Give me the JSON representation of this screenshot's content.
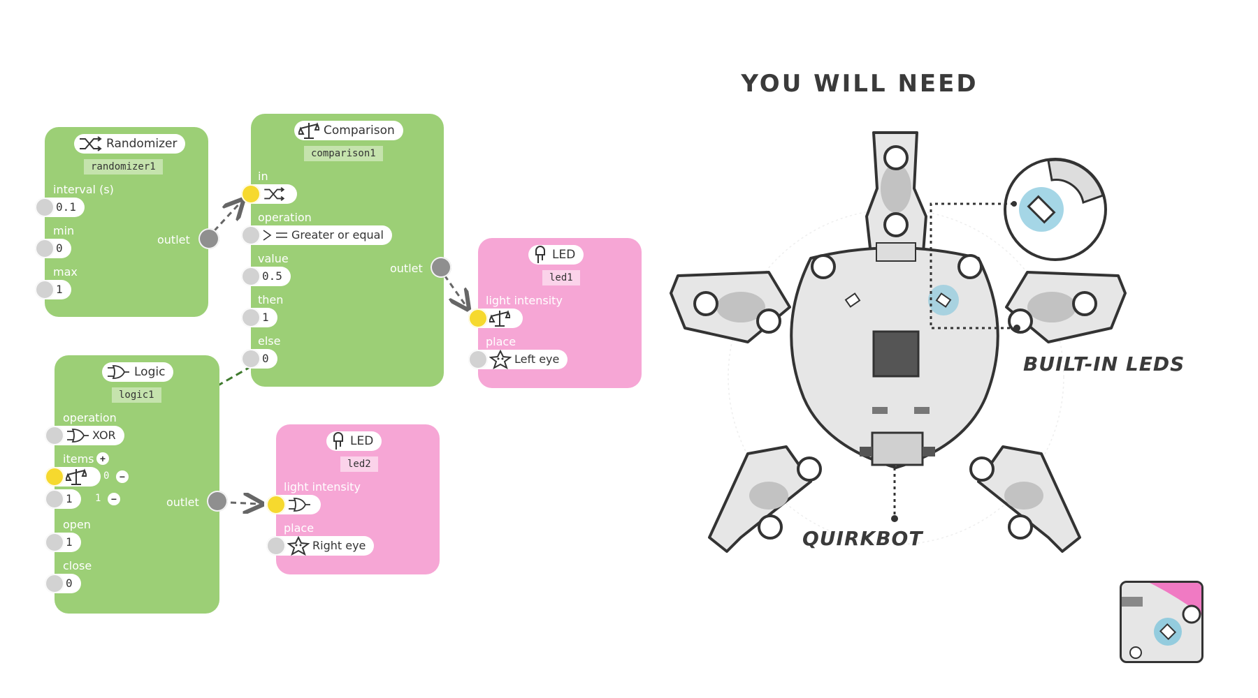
{
  "randomizer": {
    "title": "Randomizer",
    "id": "randomizer1",
    "fields": {
      "interval_label": "interval (s)",
      "interval_value": "0.1",
      "min_label": "min",
      "min_value": "0",
      "max_label": "max",
      "max_value": "1"
    },
    "outlet_label": "outlet"
  },
  "comparison": {
    "title": "Comparison",
    "id": "comparison1",
    "in_label": "in",
    "operation_label": "operation",
    "operation_value": "Greater or equal",
    "value_label": "value",
    "value_value": "0.5",
    "then_label": "then",
    "then_value": "1",
    "else_label": "else",
    "else_value": "0",
    "outlet_label": "outlet"
  },
  "logic": {
    "title": "Logic",
    "id": "logic1",
    "operation_label": "operation",
    "operation_value": "XOR",
    "items_label": "items",
    "item0_index": "0",
    "item1_index": "1",
    "item1_value": "1",
    "open_label": "open",
    "open_value": "1",
    "close_label": "close",
    "close_value": "0",
    "outlet_label": "outlet",
    "add_symbol": "+",
    "remove_symbol": "−"
  },
  "led1": {
    "title": "LED",
    "id": "led1",
    "intensity_label": "light intensity",
    "place_label": "place",
    "place_value": "Left eye"
  },
  "led2": {
    "title": "LED",
    "id": "led2",
    "intensity_label": "light intensity",
    "place_label": "place",
    "place_value": "Right eye"
  },
  "illustration": {
    "heading": "YOU WILL NEED",
    "board_label": "QUIRKBOT",
    "leds_label": "BUILT-IN LEDS"
  },
  "colors": {
    "green_node": "#9ccf76",
    "pink_node": "#f6a6d5",
    "port_active": "#f6d92e",
    "port_idle": "#d2d2d2",
    "wire": "#5a7d45"
  },
  "icons": [
    "shuffle-icon",
    "balance-scale-icon",
    "logic-gate-icon",
    "led-bulb-icon",
    "star-creature-icon",
    "greater-equal-icon"
  ]
}
